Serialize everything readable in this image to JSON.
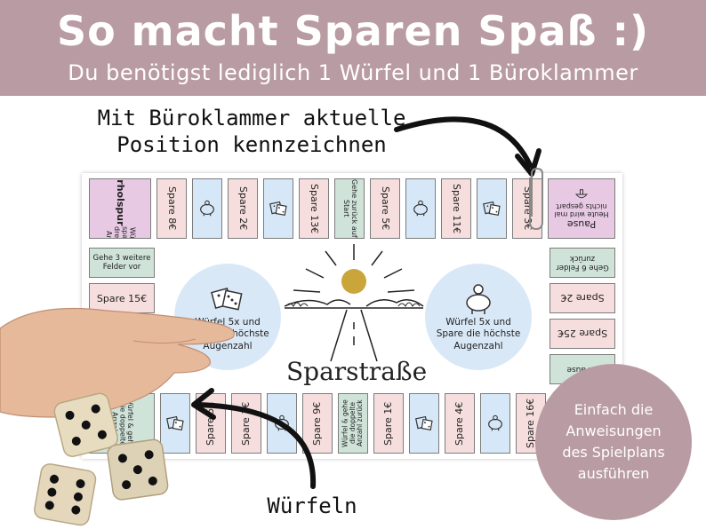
{
  "header": {
    "title": "So macht Sparen Spaß :)",
    "subtitle": "Du benötigst lediglich 1 Würfel und 1 Büroklammer"
  },
  "annotations": {
    "clip_line1": "Mit Büroklammer aktuelle",
    "clip_line2": "Position kennzeichnen",
    "dice": "Würfeln"
  },
  "board": {
    "title": "Sparstraße",
    "top_row": [
      {
        "label": "Überholspur",
        "sub": "Würfel & spare die dreifache Anzahl",
        "icon": "car-icon"
      },
      {
        "label": "Spare 8€"
      },
      {
        "label": "",
        "icon": "piggy-bank-icon"
      },
      {
        "label": "Spare 2€"
      },
      {
        "label": "",
        "icon": "dice-icon"
      },
      {
        "label": "Spare 13€"
      },
      {
        "label": "Gehe zurück auf Start"
      },
      {
        "label": "Spare 5€"
      },
      {
        "label": "",
        "icon": "piggy-bank-icon"
      },
      {
        "label": "Spare 11€"
      },
      {
        "label": "",
        "icon": "dice-icon"
      },
      {
        "label": "Spare 3€"
      },
      {
        "label": "Pause",
        "sub": "Heute wird mal nichts gespart",
        "icon": "mushroom-icon"
      }
    ],
    "left_column": [
      {
        "label": "Gehe 3 weitere Felder vor"
      },
      {
        "label": "Spare 15€"
      }
    ],
    "right_column": [
      {
        "label": "Gehe 6 Felder zurück"
      },
      {
        "label": "Spare 2€"
      },
      {
        "label": "Spare 25€"
      },
      {
        "label": "...Pause"
      }
    ],
    "bottom_row": [
      {
        "label": "Würfel & gehe die doppelte Anzahl"
      },
      {
        "label": "",
        "icon": "dice-icon"
      },
      {
        "label": "Spare 5€"
      },
      {
        "label": "Spare 3€"
      },
      {
        "label": "",
        "icon": "piggy-bank-icon"
      },
      {
        "label": "Spare 9€"
      },
      {
        "label": "Würfel & gehe die doppelte Anzahl zurück"
      },
      {
        "label": "Spare 1€"
      },
      {
        "label": "",
        "icon": "dice-icon"
      },
      {
        "label": "Spare 4€"
      },
      {
        "label": "",
        "icon": "piggy-bank-icon"
      },
      {
        "label": "Spare 16€"
      }
    ],
    "left_circle": "Würfel 5x und spare die höchste Augenzahl",
    "right_circle": "Würfel 5x und Spare die höchste Augenzahl"
  },
  "info": {
    "line1": "Einfach die",
    "line2": "Anweisungen",
    "line3": "des Spielplans",
    "line4": "ausführen"
  },
  "colors": {
    "header_bg": "#b99ba3",
    "pink": "#f7dede",
    "blue": "#d6e8f8",
    "green": "#cfe3d9",
    "lavender": "#e7c9e3",
    "sun": "#c9a53a"
  }
}
